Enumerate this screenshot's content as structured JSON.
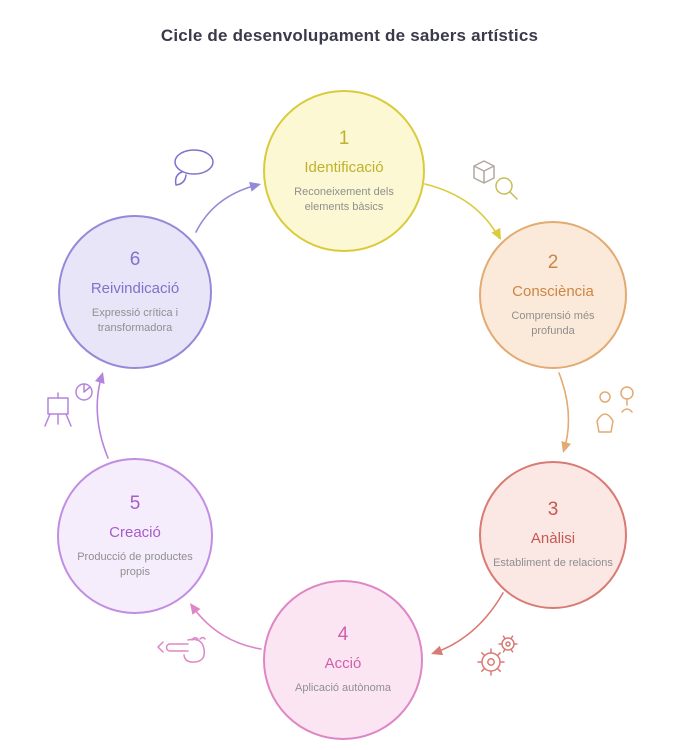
{
  "title": "Cicle de desenvolupament de sabers artístics",
  "colors": {
    "background": "#ffffff",
    "title_text": "#3a3a4a",
    "description_text": "#8f8f8f"
  },
  "diagram": {
    "nodes": [
      {
        "number": "1",
        "label": "Identificació",
        "description": "Reconeixement dels elements bàsics",
        "fill": "#fcf8d3",
        "border": "#d9cb3c",
        "accent": "#c0b12c"
      },
      {
        "number": "2",
        "label": "Consciència",
        "description": "Comprensió més profunda",
        "fill": "#fbead9",
        "border": "#e3aa72",
        "accent": "#cd8544"
      },
      {
        "number": "3",
        "label": "Anàlisi",
        "description": "Establiment de relacions",
        "fill": "#fbe7e4",
        "border": "#d97b74",
        "accent": "#c65a53"
      },
      {
        "number": "4",
        "label": "Acció",
        "description": "Aplicació autònoma",
        "fill": "#fce5f3",
        "border": "#de87c6",
        "accent": "#cf5fa9"
      },
      {
        "number": "5",
        "label": "Creació",
        "description": "Producció de productes propis",
        "fill": "#f6edfc",
        "border": "#c18ee2",
        "accent": "#a75bc9"
      },
      {
        "number": "6",
        "label": "Reivindicació",
        "description": "Expressió crítica i transformadora",
        "fill": "#e8e5f8",
        "border": "#938bd9",
        "accent": "#7d73cb"
      }
    ],
    "arrows": [
      {
        "from": "1",
        "to": "2",
        "color": "#d9cb3c"
      },
      {
        "from": "2",
        "to": "3",
        "color": "#e3aa72"
      },
      {
        "from": "3",
        "to": "4",
        "color": "#d97b74"
      },
      {
        "from": "4",
        "to": "5",
        "color": "#de87c6"
      },
      {
        "from": "5",
        "to": "6",
        "color": "#b683dd"
      },
      {
        "from": "6",
        "to": "1",
        "color": "#938bd9"
      }
    ],
    "icons": [
      {
        "name": "speech-bubble-icon",
        "color": "#7d73cb"
      },
      {
        "name": "cube-magnifier-icon",
        "color": "#c9bc55",
        "secondary_color": "#b3a89d"
      },
      {
        "name": "people-icon",
        "color": "#e3aa72"
      },
      {
        "name": "gears-icon",
        "color": "#d97b74"
      },
      {
        "name": "pointing-hand-icon",
        "color": "#de87c6"
      },
      {
        "name": "easel-palette-icon",
        "color": "#b683dd"
      }
    ]
  }
}
